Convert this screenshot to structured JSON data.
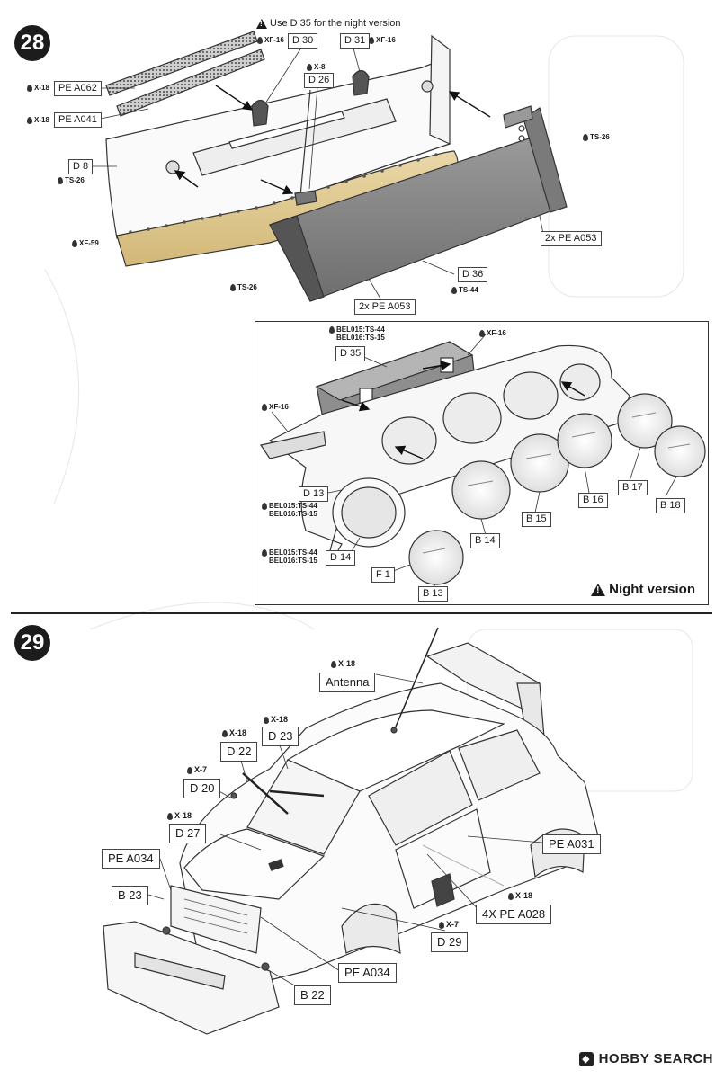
{
  "step28": {
    "number": "28",
    "note": "Use D 35 for the night version",
    "parts": {
      "d30": "D 30",
      "d31": "D 31",
      "d26": "D 26",
      "pea062": "PE A062",
      "pea041": "PE A041",
      "d8": "D 8",
      "pea053a": "2x PE A053",
      "d36": "D 36",
      "pea053b": "2x PE A053"
    },
    "paints": {
      "xf16a": "XF-16",
      "xf16b": "XF-16",
      "x8": "X-8",
      "x18a": "X-18",
      "x18b": "X-18",
      "ts26a": "TS-26",
      "ts26b": "TS-26",
      "ts26c": "TS-26",
      "xf59": "XF-59",
      "ts44": "TS-44"
    },
    "night": {
      "label": "Night version",
      "parts": {
        "d35": "D 35",
        "d13": "D 13",
        "d14": "D 14",
        "f1": "F 1",
        "b13": "B 13",
        "b14": "B 14",
        "b15": "B 15",
        "b16": "B 16",
        "b17": "B 17",
        "b18": "B 18"
      },
      "paints": {
        "bel_top_1": "BEL015:TS-44",
        "bel_top_2": "BEL016:TS-15",
        "xf16a": "XF-16",
        "xf16b": "XF-16",
        "bel_mid_1": "BEL015:TS-44",
        "bel_mid_2": "BEL016:TS-15",
        "bel_low_1": "BEL015:TS-44",
        "bel_low_2": "BEL016:TS-15"
      }
    }
  },
  "step29": {
    "number": "29",
    "parts": {
      "antenna": "Antenna",
      "d22": "D 22",
      "d23": "D 23",
      "d20": "D 20",
      "d27": "D 27",
      "pea034a": "PE A034",
      "b23": "B 23",
      "pea031": "PE A031",
      "pea028": "4X PE A028",
      "d29": "D 29",
      "pea034b": "PE A034",
      "b22": "B 22"
    },
    "paints": {
      "antenna": "X-18",
      "d22": "X-18",
      "d23": "X-18",
      "d20": "X-7",
      "d27": "X-18",
      "pea028": "X-18",
      "d29": "X-7"
    }
  },
  "watermark": {
    "brand": "HOBBY SEARCH"
  }
}
